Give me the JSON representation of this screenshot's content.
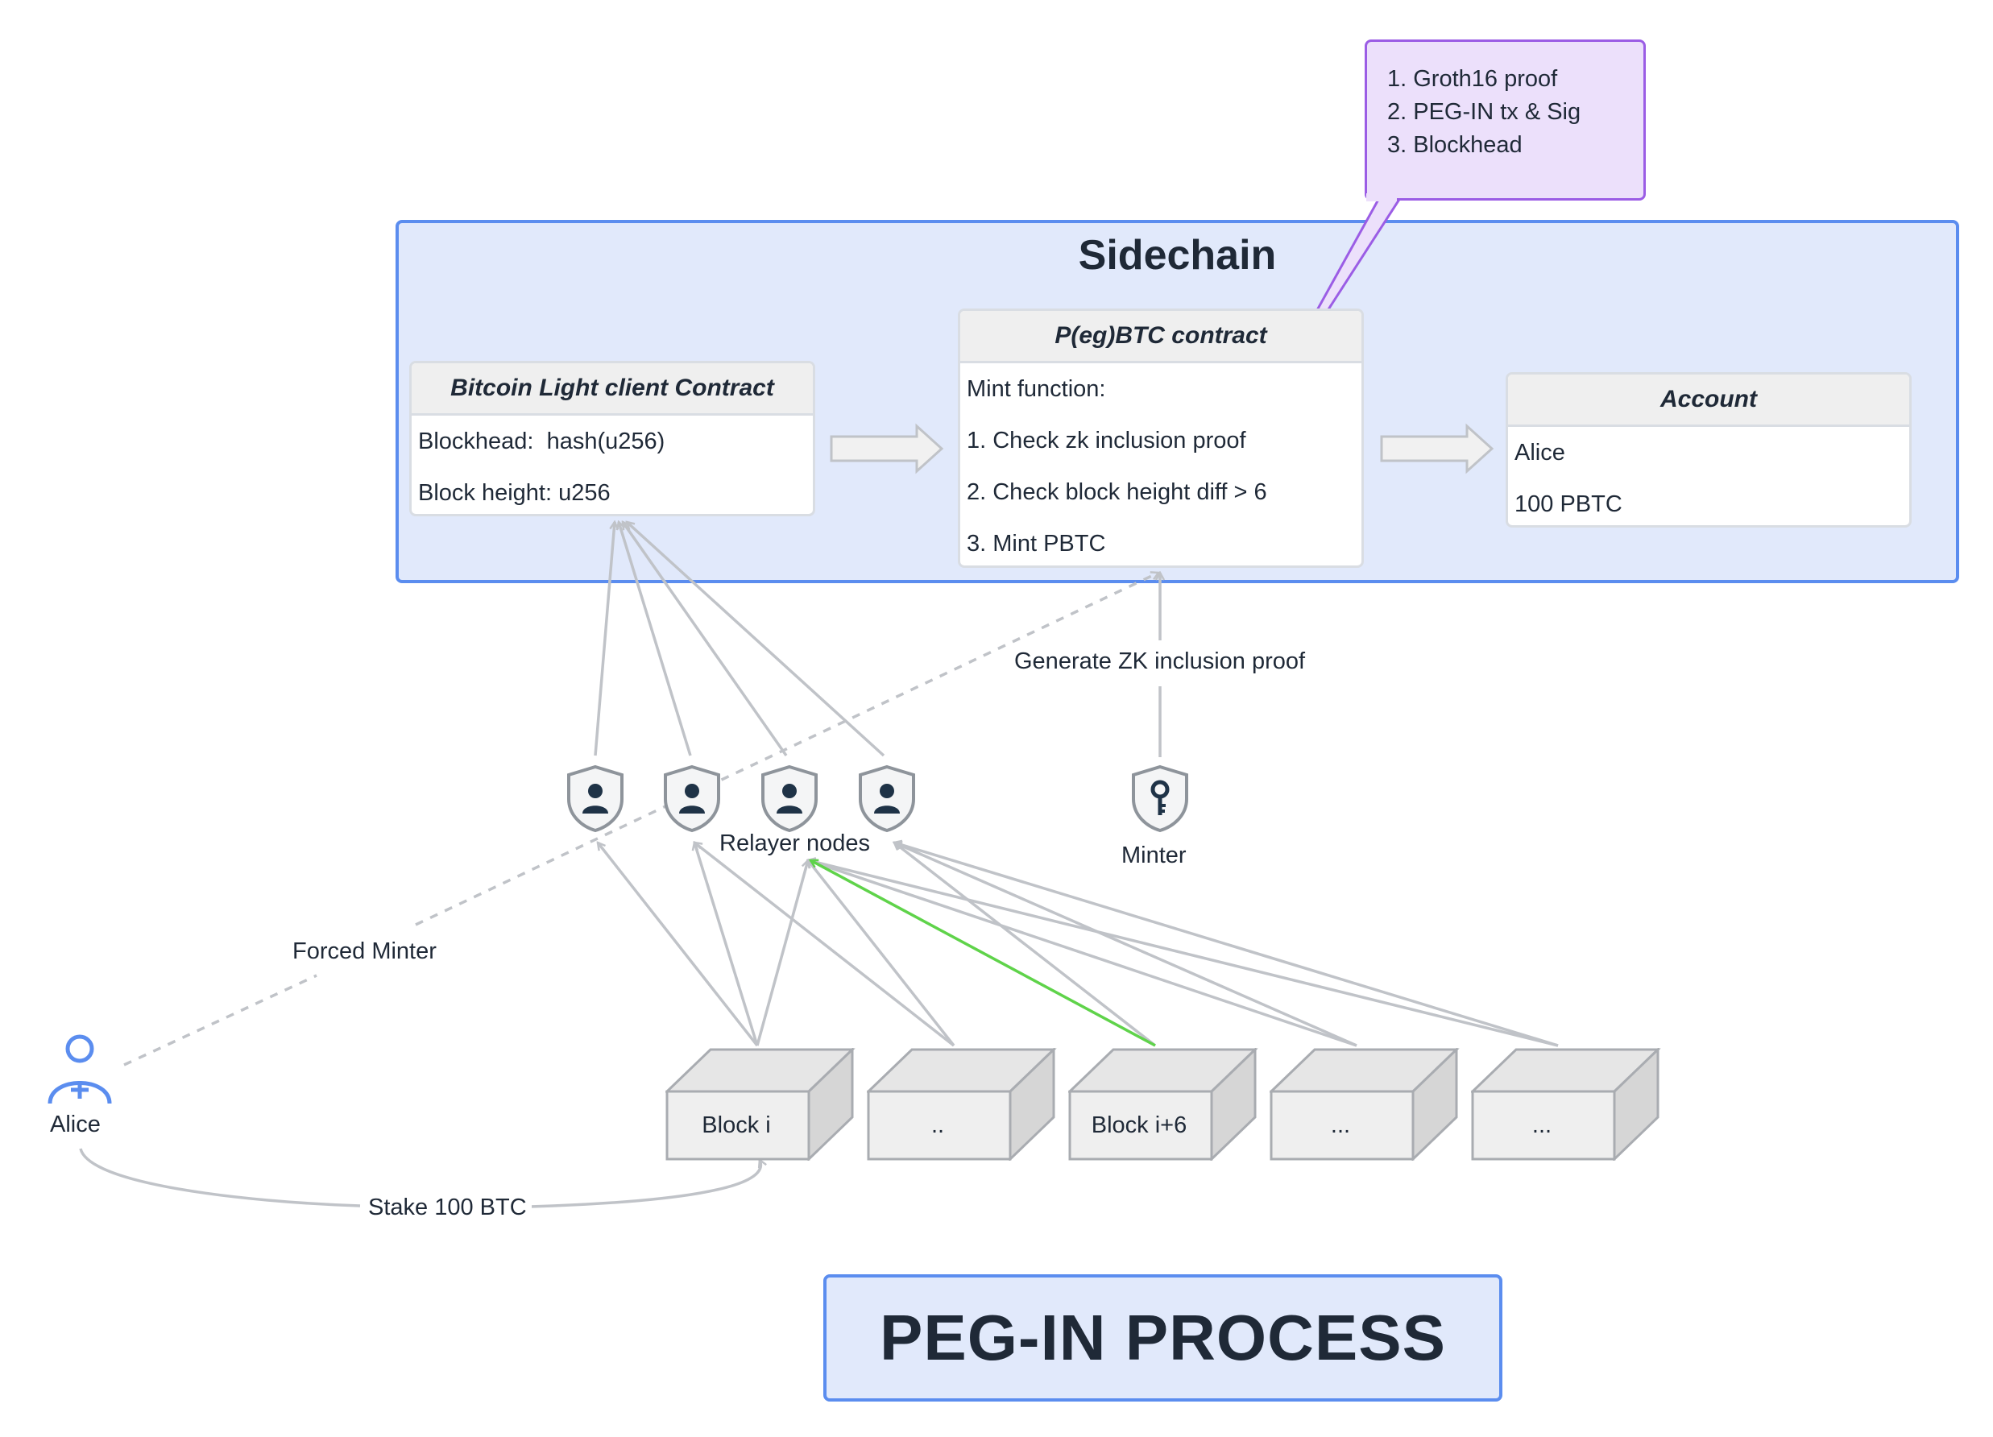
{
  "diagram": {
    "title": "PEG-IN PROCESS",
    "sidechain": {
      "title": "Sidechain"
    },
    "light_client": {
      "title": "Bitcoin Light client Contract",
      "rows": [
        "Blockhead:  hash(u256)",
        "Block height: u256"
      ]
    },
    "pbtc_contract": {
      "title": "P(eg)BTC contract",
      "rows": [
        "Mint function:",
        "1. Check zk inclusion proof",
        "2. Check block height diff > 6",
        "3. Mint PBTC"
      ]
    },
    "account": {
      "title": "Account",
      "rows": [
        "Alice",
        "100 PBTC"
      ]
    },
    "callout": {
      "lines": [
        "1. Groth16 proof",
        "2. PEG-IN tx & Sig",
        "3. Blockhead"
      ]
    },
    "relayers": {
      "label": "Relayer nodes",
      "icon": "user-shield-icon"
    },
    "minter": {
      "label": "Minter",
      "icon": "key-shield-icon"
    },
    "alice": {
      "label": "Alice",
      "icon": "add-user-icon"
    },
    "edges": {
      "generate_proof": "Generate ZK inclusion proof",
      "forced_minter": "Forced Minter",
      "stake": "Stake 100 BTC"
    },
    "blocks": [
      "Block i",
      "..",
      "Block i+6",
      "...",
      "..."
    ]
  },
  "colors": {
    "sidechain_fill": "#e1e9fb",
    "sidechain_border": "#5b8def",
    "callout_fill": "#ece0fb",
    "callout_border": "#9b5de5",
    "highlight_edge": "#5fd34a",
    "edge_gray": "#c0c3c8",
    "icon_gray": "#8e949b",
    "icon_dark": "#1f3347"
  }
}
